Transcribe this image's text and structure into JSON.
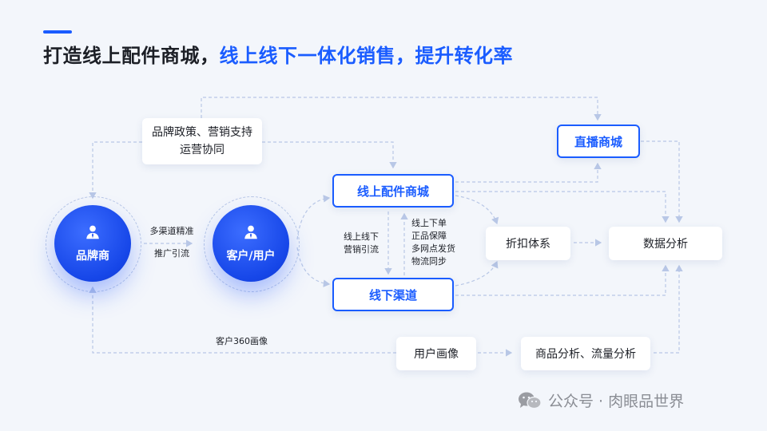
{
  "title": {
    "part1": "打造线上配件商城，",
    "part2": "线上线下一体化销售，提升转化率"
  },
  "nodes": {
    "brand_policy": {
      "line1": "品牌政策、营销支持",
      "line2": "运营协同"
    },
    "live_mall": "直播商城",
    "online_mall": "线上配件商城",
    "offline_channel": "线下渠道",
    "discount_system": "折扣体系",
    "data_analysis": "数据分析",
    "user_profile": "用户画像",
    "product_traffic": "商品分析、流量分析",
    "brand": "品牌商",
    "customer": "客户/用户"
  },
  "labels": {
    "multi_channel": {
      "line1": "多渠道精准",
      "line2": "推广引流"
    },
    "online_to_offline": {
      "line1": "线上线下",
      "line2": "营销引流"
    },
    "offline_services": {
      "line1": "线上下单",
      "line2": "正品保障",
      "line3": "多网点发货",
      "line4": "物流同步"
    },
    "customer_360": "客户360画像"
  },
  "watermark": "公众号 · 肉眼品世界",
  "colors": {
    "accent": "#1a5cff",
    "connector": "#b8c7e6",
    "background": "#f3f6fb"
  },
  "icons": {
    "person": "person-icon",
    "wechat": "wechat-icon"
  }
}
